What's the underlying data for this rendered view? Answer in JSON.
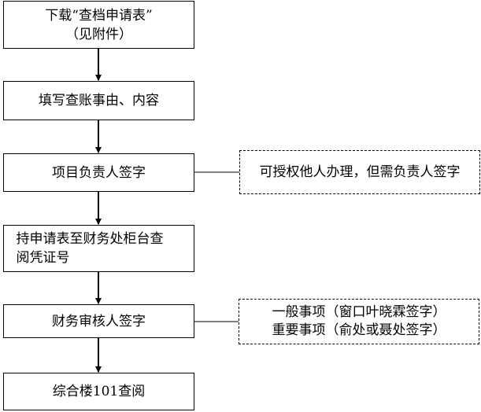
{
  "steps": [
    {
      "line1": "下载“查档申请表”",
      "line2": "（见附件）"
    },
    {
      "line1": "填写查账事由、内容"
    },
    {
      "line1": "项目负责人签字"
    },
    {
      "line1": "持申请表至财务处柜台查",
      "line2": "阅凭证号"
    },
    {
      "line1": "财务审核人签字"
    },
    {
      "line1": "综合楼101查阅"
    }
  ],
  "notes": [
    {
      "line1": "可授权他人办理，但需负责人签字"
    },
    {
      "line1": "一般事项（窗口叶晓霖签字）",
      "line2": "重要事项（俞处或聂处签字）"
    }
  ]
}
